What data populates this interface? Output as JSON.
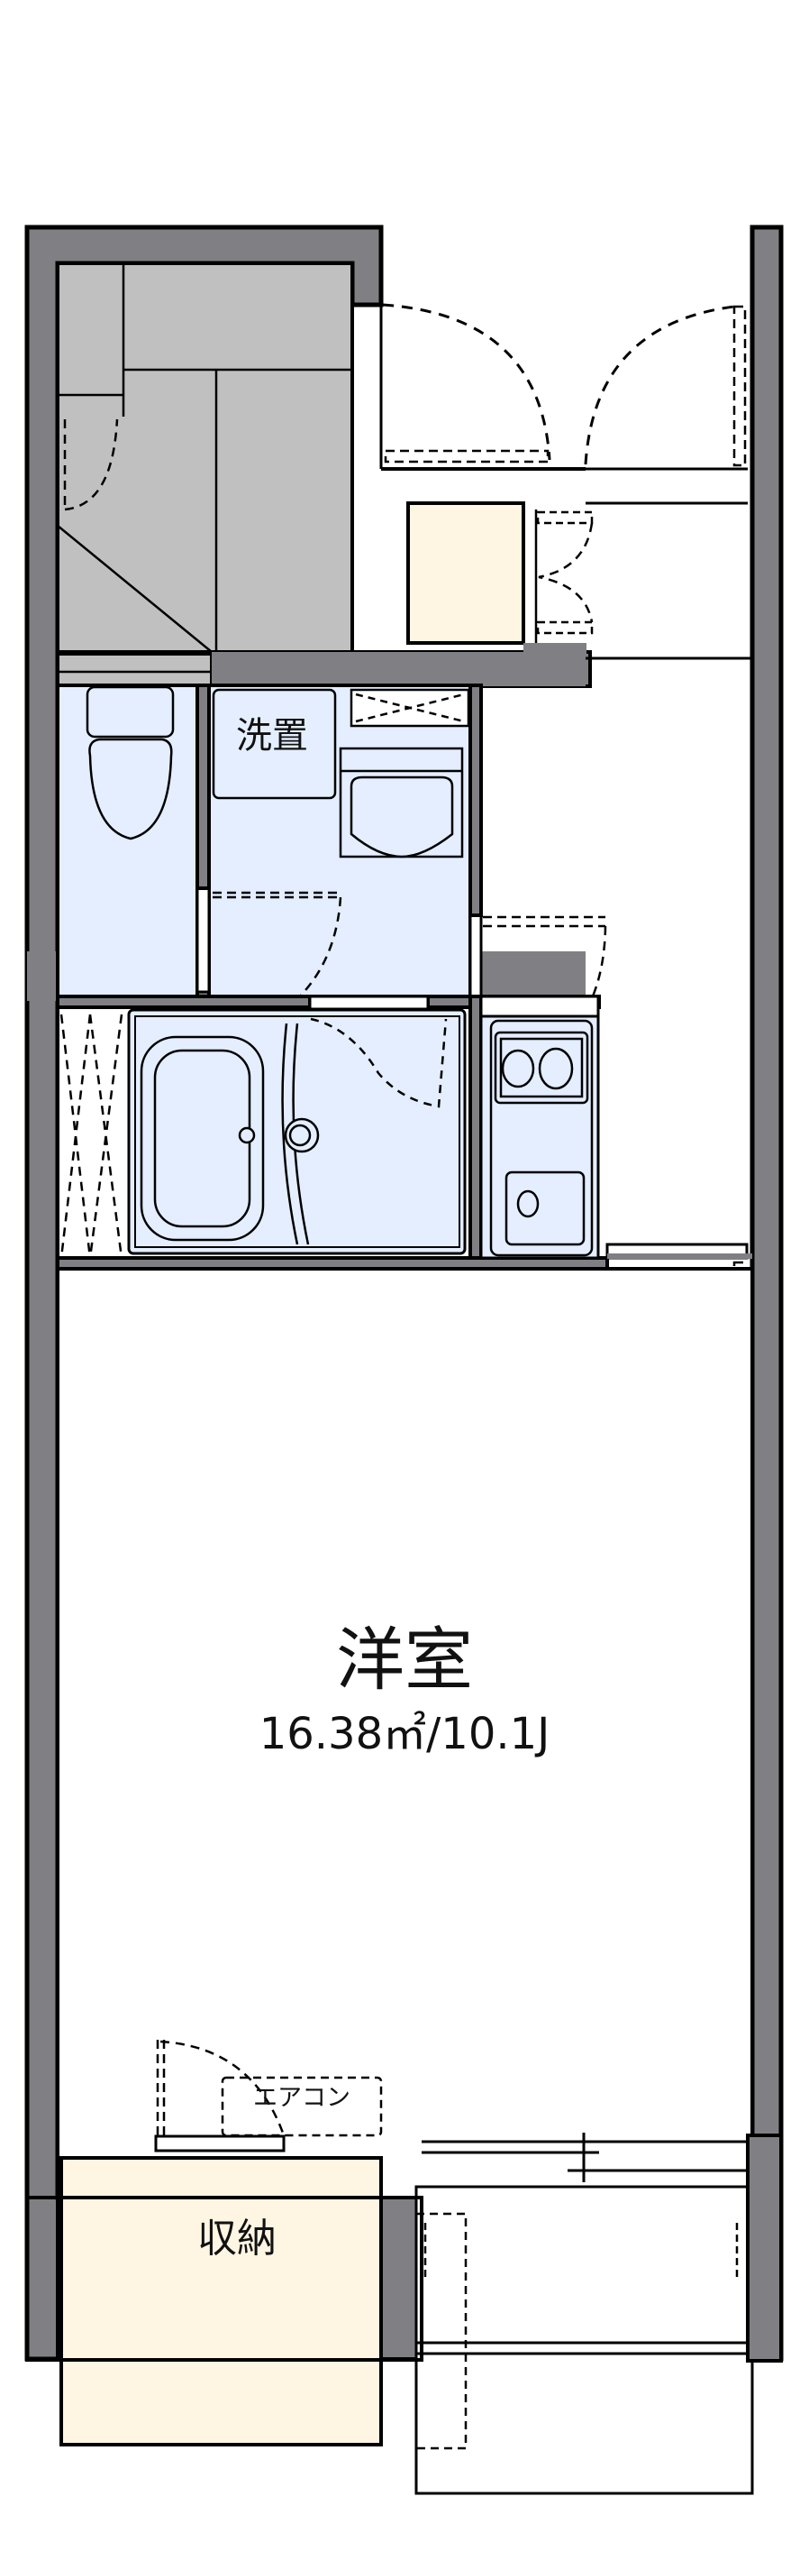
{
  "floor_plan": {
    "title": "1K floor plan",
    "colors": {
      "wall": "#808084",
      "outline": "#000000",
      "stair": "#c0c0c0",
      "wet_area": "#e4eeff",
      "storage": "#fff5e3",
      "floor": "#ffffff"
    },
    "rooms": {
      "main": {
        "name": "洋室",
        "area": "16.38㎡/10.1J"
      },
      "storage": {
        "name": "収納"
      },
      "washroom": {
        "name": "洗置"
      },
      "aircon": {
        "label": "エアコン"
      }
    },
    "fixtures": [
      "staircase",
      "toilet",
      "washing-machine-space",
      "washbasin",
      "bathtub",
      "kitchen-stove",
      "kitchen-sink",
      "shoe-closet",
      "balcony"
    ]
  }
}
